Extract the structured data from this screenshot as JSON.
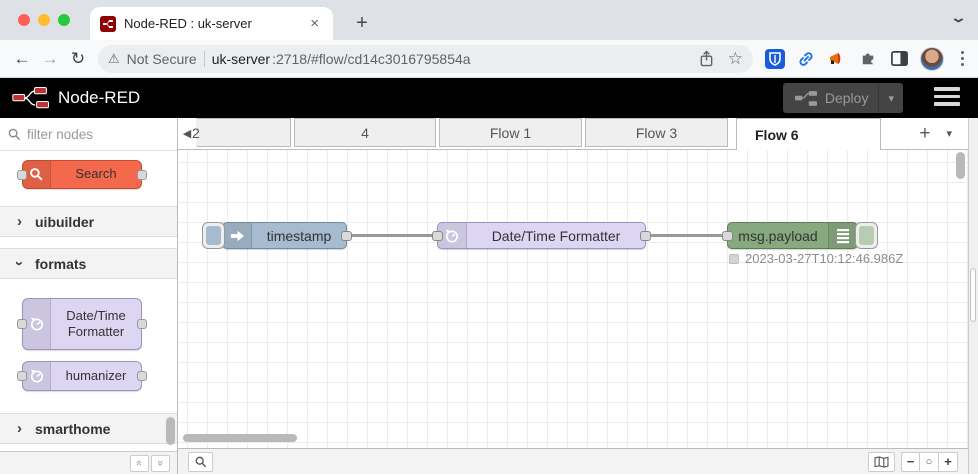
{
  "colors": {
    "inject_node": "#a6bbcf",
    "formatter_node": "#ddd6f3",
    "debug_node": "#87a980",
    "search_node": "#f4694b",
    "nodered_header": "#000000",
    "nodered_brand_red": "#8f0000",
    "wire": "#999999"
  },
  "browser": {
    "tab_title": "Node-RED : uk-server",
    "close_glyph": "×",
    "new_tab_glyph": "+",
    "strip_chevron_glyph": "⌄",
    "back_glyph": "←",
    "forward_glyph": "→",
    "reload_glyph": "↻",
    "warning_glyph": "⚠",
    "security_label": "Not Secure",
    "url_host": "uk-server",
    "url_path": ":2718/#flow/cd14c3016795854a",
    "star_glyph": "☆"
  },
  "header": {
    "app_title": "Node-RED",
    "deploy_label": "Deploy",
    "deploy_caret": "▾"
  },
  "palette": {
    "filter_placeholder": "filter nodes",
    "search_node_label": "Search",
    "categories": [
      {
        "label": "uibuilder"
      },
      {
        "label": "formats"
      },
      {
        "label": "smarthome"
      }
    ],
    "chevron_glyph": "›",
    "formatter_node_label": "Date/Time Formatter",
    "humanizer_node_label": "humanizer",
    "double_chevron_glyph": "»"
  },
  "tabs": {
    "scroll_left_glyph": "◀",
    "items": [
      {
        "label": "2"
      },
      {
        "label": "4"
      },
      {
        "label": "Flow 1"
      },
      {
        "label": "Flow 3"
      },
      {
        "label": "Flow 6"
      }
    ],
    "add_glyph": "+",
    "menu_caret": "▾"
  },
  "flow": {
    "inject_label": "timestamp",
    "formatter_label": "Date/Time Formatter",
    "debug_label": "msg.payload",
    "debug_status": "2023-03-27T10:12:46.986Z"
  },
  "footer": {
    "zoom_out_glyph": "−",
    "zoom_reset_glyph": "○",
    "zoom_in_glyph": "+"
  }
}
